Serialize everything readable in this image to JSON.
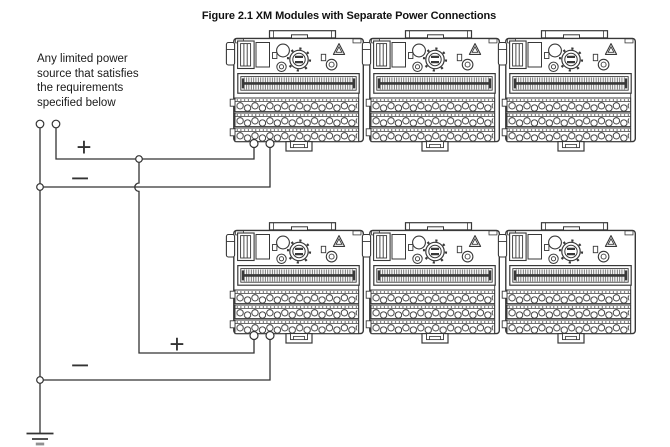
{
  "figure": {
    "title": "Figure 2.1 XM Modules with Separate Power Connections"
  },
  "note": {
    "lines": [
      "Any limited power",
      "source that satisfies",
      "the requirements",
      "specified below"
    ]
  },
  "wiring": {
    "top": {
      "plus": "+",
      "minus": "−"
    },
    "bottom": {
      "plus": "+",
      "minus": "−"
    }
  },
  "modules": {
    "rows": 2,
    "per_row": 3
  }
}
